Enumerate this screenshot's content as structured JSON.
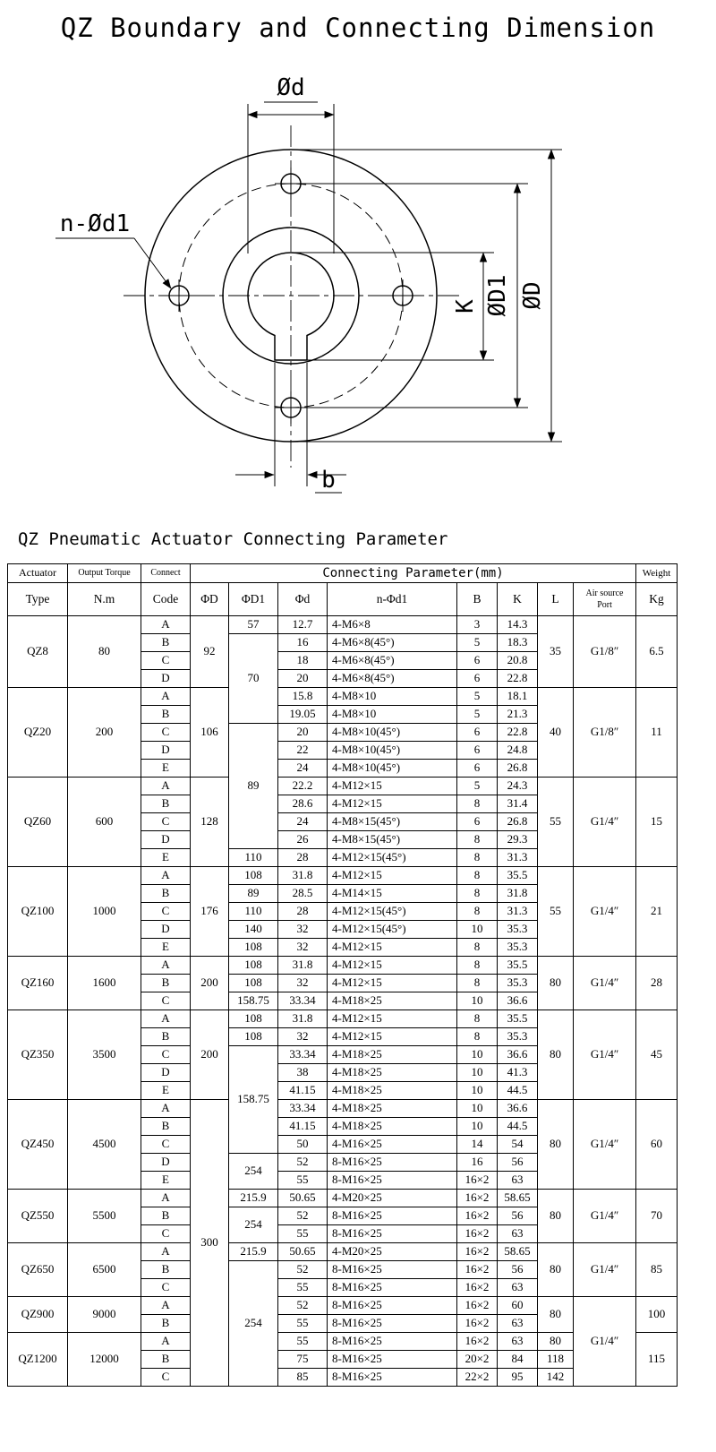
{
  "colors": {
    "ink": "#000000",
    "background": "#ffffff"
  },
  "title": "QZ Boundary and Connecting Dimension",
  "diagram": {
    "dim_top": "Ød",
    "dim_left": "n-Ød1",
    "dim_k": "K",
    "dim_d1": "ØD1",
    "dim_d": "ØD",
    "dim_bottom": "b"
  },
  "section_title": "QZ Pneumatic Actuator Connecting Parameter",
  "table": {
    "header": {
      "actuator": "Actuator",
      "type": "Type",
      "output_torque": "Output Torque",
      "torque_unit": "N.m",
      "connect": "Connect",
      "code": "Code",
      "connecting_parameter": "Connecting Parameter(mm)",
      "col_phi_d": "ΦD",
      "col_phi_d1": "ΦD1",
      "col_phi_d_lower": "Φd",
      "col_n_phi_d1": "n-Φd1",
      "col_b": "B",
      "col_k": "K",
      "col_l": "L",
      "air_source_line1": "Air source",
      "air_source_line2": "Port",
      "weight": "Weight",
      "weight_unit": "Kg"
    },
    "rows": [
      [
        {
          "t": "QZ8",
          "r": 4
        },
        {
          "t": "80",
          "r": 4
        },
        {
          "t": "A"
        },
        {
          "t": "92",
          "r": 4
        },
        {
          "t": "57"
        },
        {
          "t": "12.7"
        },
        {
          "t": "4-M6×8"
        },
        {
          "t": "3"
        },
        {
          "t": "14.3"
        },
        {
          "t": "35",
          "r": 4
        },
        {
          "t": "G1/8″",
          "r": 4
        },
        {
          "t": "6.5",
          "r": 4
        }
      ],
      [
        {
          "t": "B"
        },
        {
          "t": "70",
          "r": 5
        },
        {
          "t": "16"
        },
        {
          "t": "4-M6×8(45°)"
        },
        {
          "t": "5"
        },
        {
          "t": "18.3"
        }
      ],
      [
        {
          "t": "C"
        },
        {
          "t": "18"
        },
        {
          "t": "4-M6×8(45°)"
        },
        {
          "t": "6"
        },
        {
          "t": "20.8"
        }
      ],
      [
        {
          "t": "D"
        },
        {
          "t": "20"
        },
        {
          "t": "4-M6×8(45°)"
        },
        {
          "t": "6"
        },
        {
          "t": "22.8"
        }
      ],
      [
        {
          "t": "QZ20",
          "r": 5
        },
        {
          "t": "200",
          "r": 5
        },
        {
          "t": "A"
        },
        {
          "t": "106",
          "r": 5
        },
        {
          "t": "15.8"
        },
        {
          "t": "4-M8×10"
        },
        {
          "t": "5"
        },
        {
          "t": "18.1"
        },
        {
          "t": "40",
          "r": 5
        },
        {
          "t": "G1/8″",
          "r": 5
        },
        {
          "t": "11",
          "r": 5
        }
      ],
      [
        {
          "t": "B"
        },
        {
          "t": "19.05"
        },
        {
          "t": "4-M8×10"
        },
        {
          "t": "5"
        },
        {
          "t": "21.3"
        }
      ],
      [
        {
          "t": "C"
        },
        {
          "t": "89",
          "r": 7
        },
        {
          "t": "20"
        },
        {
          "t": "4-M8×10(45°)"
        },
        {
          "t": "6"
        },
        {
          "t": "22.8"
        }
      ],
      [
        {
          "t": "D"
        },
        {
          "t": "22"
        },
        {
          "t": "4-M8×10(45°)"
        },
        {
          "t": "6"
        },
        {
          "t": "24.8"
        }
      ],
      [
        {
          "t": "E"
        },
        {
          "t": "24"
        },
        {
          "t": "4-M8×10(45°)"
        },
        {
          "t": "6"
        },
        {
          "t": "26.8"
        }
      ],
      [
        {
          "t": "QZ60",
          "r": 5
        },
        {
          "t": "600",
          "r": 5
        },
        {
          "t": "A"
        },
        {
          "t": "128",
          "r": 5
        },
        {
          "t": "22.2"
        },
        {
          "t": "4-M12×15"
        },
        {
          "t": "5"
        },
        {
          "t": "24.3"
        },
        {
          "t": "55",
          "r": 5
        },
        {
          "t": "G1/4″",
          "r": 5
        },
        {
          "t": "15",
          "r": 5
        }
      ],
      [
        {
          "t": "B"
        },
        {
          "t": "28.6"
        },
        {
          "t": "4-M12×15"
        },
        {
          "t": "8"
        },
        {
          "t": "31.4"
        }
      ],
      [
        {
          "t": "C"
        },
        {
          "t": "24"
        },
        {
          "t": "4-M8×15(45°)"
        },
        {
          "t": "6"
        },
        {
          "t": "26.8"
        }
      ],
      [
        {
          "t": "D"
        },
        {
          "t": "26"
        },
        {
          "t": "4-M8×15(45°)"
        },
        {
          "t": "8"
        },
        {
          "t": "29.3"
        }
      ],
      [
        {
          "t": "E"
        },
        {
          "t": "110"
        },
        {
          "t": "28"
        },
        {
          "t": "4-M12×15(45°)"
        },
        {
          "t": "8"
        },
        {
          "t": "31.3"
        }
      ],
      [
        {
          "t": "QZ100",
          "r": 5
        },
        {
          "t": "1000",
          "r": 5
        },
        {
          "t": "A"
        },
        {
          "t": "176",
          "r": 5
        },
        {
          "t": "108"
        },
        {
          "t": "31.8"
        },
        {
          "t": "4-M12×15"
        },
        {
          "t": "8"
        },
        {
          "t": "35.5"
        },
        {
          "t": "55",
          "r": 5
        },
        {
          "t": "G1/4″",
          "r": 5
        },
        {
          "t": "21",
          "r": 5
        }
      ],
      [
        {
          "t": "B"
        },
        {
          "t": "89"
        },
        {
          "t": "28.5"
        },
        {
          "t": "4-M14×15"
        },
        {
          "t": "8"
        },
        {
          "t": "31.8"
        }
      ],
      [
        {
          "t": "C"
        },
        {
          "t": "110"
        },
        {
          "t": "28"
        },
        {
          "t": "4-M12×15(45°)"
        },
        {
          "t": "8"
        },
        {
          "t": "31.3"
        }
      ],
      [
        {
          "t": "D"
        },
        {
          "t": "140"
        },
        {
          "t": "32"
        },
        {
          "t": "4-M12×15(45°)"
        },
        {
          "t": "10"
        },
        {
          "t": "35.3"
        }
      ],
      [
        {
          "t": "E"
        },
        {
          "t": "108"
        },
        {
          "t": "32"
        },
        {
          "t": "4-M12×15"
        },
        {
          "t": "8"
        },
        {
          "t": "35.3"
        }
      ],
      [
        {
          "t": "QZ160",
          "r": 3
        },
        {
          "t": "1600",
          "r": 3
        },
        {
          "t": "A"
        },
        {
          "t": "200",
          "r": 3
        },
        {
          "t": "108"
        },
        {
          "t": "31.8"
        },
        {
          "t": "4-M12×15"
        },
        {
          "t": "8"
        },
        {
          "t": "35.5"
        },
        {
          "t": "80",
          "r": 3
        },
        {
          "t": "G1/4″",
          "r": 3
        },
        {
          "t": "28",
          "r": 3
        }
      ],
      [
        {
          "t": "B"
        },
        {
          "t": "108"
        },
        {
          "t": "32"
        },
        {
          "t": "4-M12×15"
        },
        {
          "t": "8"
        },
        {
          "t": "35.3"
        }
      ],
      [
        {
          "t": "C"
        },
        {
          "t": "158.75"
        },
        {
          "t": "33.34"
        },
        {
          "t": "4-M18×25"
        },
        {
          "t": "10"
        },
        {
          "t": "36.6"
        }
      ],
      [
        {
          "t": "QZ350",
          "r": 5
        },
        {
          "t": "3500",
          "r": 5
        },
        {
          "t": "A"
        },
        {
          "t": "200",
          "r": 5
        },
        {
          "t": "108"
        },
        {
          "t": "31.8"
        },
        {
          "t": "4-M12×15"
        },
        {
          "t": "8"
        },
        {
          "t": "35.5"
        },
        {
          "t": "80",
          "r": 5
        },
        {
          "t": "G1/4″",
          "r": 5
        },
        {
          "t": "45",
          "r": 5
        }
      ],
      [
        {
          "t": "B"
        },
        {
          "t": "108"
        },
        {
          "t": "32"
        },
        {
          "t": "4-M12×15"
        },
        {
          "t": "8"
        },
        {
          "t": "35.3"
        }
      ],
      [
        {
          "t": "C"
        },
        {
          "t": "158.75",
          "r": 6
        },
        {
          "t": "33.34"
        },
        {
          "t": "4-M18×25"
        },
        {
          "t": "10"
        },
        {
          "t": "36.6"
        }
      ],
      [
        {
          "t": "D"
        },
        {
          "t": "38"
        },
        {
          "t": "4-M18×25"
        },
        {
          "t": "10"
        },
        {
          "t": "41.3"
        }
      ],
      [
        {
          "t": "E"
        },
        {
          "t": "41.15"
        },
        {
          "t": "4-M18×25"
        },
        {
          "t": "10"
        },
        {
          "t": "44.5"
        }
      ],
      [
        {
          "t": "QZ450",
          "r": 5
        },
        {
          "t": "4500",
          "r": 5
        },
        {
          "t": "A"
        },
        {
          "t": "300",
          "r": 16
        },
        {
          "t": "33.34"
        },
        {
          "t": "4-M18×25"
        },
        {
          "t": "10"
        },
        {
          "t": "36.6"
        },
        {
          "t": "80",
          "r": 5
        },
        {
          "t": "G1/4″",
          "r": 5
        },
        {
          "t": "60",
          "r": 5
        }
      ],
      [
        {
          "t": "B"
        },
        {
          "t": "41.15"
        },
        {
          "t": "4-M18×25"
        },
        {
          "t": "10"
        },
        {
          "t": "44.5"
        }
      ],
      [
        {
          "t": "C"
        },
        {
          "t": "50"
        },
        {
          "t": "4-M16×25"
        },
        {
          "t": "14"
        },
        {
          "t": "54"
        }
      ],
      [
        {
          "t": "D"
        },
        {
          "t": "254",
          "r": 2
        },
        {
          "t": "52"
        },
        {
          "t": "8-M16×25"
        },
        {
          "t": "16"
        },
        {
          "t": "56"
        }
      ],
      [
        {
          "t": "E"
        },
        {
          "t": "55"
        },
        {
          "t": "8-M16×25"
        },
        {
          "t": "16×2"
        },
        {
          "t": "63"
        }
      ],
      [
        {
          "t": "QZ550",
          "r": 3
        },
        {
          "t": "5500",
          "r": 3
        },
        {
          "t": "A"
        },
        {
          "t": "215.9"
        },
        {
          "t": "50.65"
        },
        {
          "t": "4-M20×25"
        },
        {
          "t": "16×2"
        },
        {
          "t": "58.65"
        },
        {
          "t": "80",
          "r": 3
        },
        {
          "t": "G1/4″",
          "r": 3
        },
        {
          "t": "70",
          "r": 3
        }
      ],
      [
        {
          "t": "B"
        },
        {
          "t": "254",
          "r": 2
        },
        {
          "t": "52"
        },
        {
          "t": "8-M16×25"
        },
        {
          "t": "16×2"
        },
        {
          "t": "56"
        }
      ],
      [
        {
          "t": "C"
        },
        {
          "t": "55"
        },
        {
          "t": "8-M16×25"
        },
        {
          "t": "16×2"
        },
        {
          "t": "63"
        }
      ],
      [
        {
          "t": "QZ650",
          "r": 3
        },
        {
          "t": "6500",
          "r": 3
        },
        {
          "t": "A"
        },
        {
          "t": "215.9"
        },
        {
          "t": "50.65"
        },
        {
          "t": "4-M20×25"
        },
        {
          "t": "16×2"
        },
        {
          "t": "58.65"
        },
        {
          "t": "80",
          "r": 3
        },
        {
          "t": "G1/4″",
          "r": 3
        },
        {
          "t": "85",
          "r": 3
        }
      ],
      [
        {
          "t": "B"
        },
        {
          "t": "254",
          "r": 7
        },
        {
          "t": "52"
        },
        {
          "t": "8-M16×25"
        },
        {
          "t": "16×2"
        },
        {
          "t": "56"
        }
      ],
      [
        {
          "t": "C"
        },
        {
          "t": "55"
        },
        {
          "t": "8-M16×25"
        },
        {
          "t": "16×2"
        },
        {
          "t": "63"
        }
      ],
      [
        {
          "t": "QZ900",
          "r": 2
        },
        {
          "t": "9000",
          "r": 2
        },
        {
          "t": "A"
        },
        {
          "t": "52"
        },
        {
          "t": "8-M16×25"
        },
        {
          "t": "16×2"
        },
        {
          "t": "60"
        },
        {
          "t": "80",
          "r": 2
        },
        {
          "t": "G1/4″",
          "r": 5
        },
        {
          "t": "100",
          "r": 2
        }
      ],
      [
        {
          "t": "B"
        },
        {
          "t": "55"
        },
        {
          "t": "8-M16×25"
        },
        {
          "t": "16×2"
        },
        {
          "t": "63"
        }
      ],
      [
        {
          "t": "QZ1200",
          "r": 3
        },
        {
          "t": "12000",
          "r": 3
        },
        {
          "t": "A"
        },
        {
          "t": "55"
        },
        {
          "t": "8-M16×25"
        },
        {
          "t": "16×2"
        },
        {
          "t": "63"
        },
        {
          "t": "80"
        },
        {
          "t": "115",
          "r": 3
        }
      ],
      [
        {
          "t": "B"
        },
        {
          "t": "75"
        },
        {
          "t": "8-M16×25"
        },
        {
          "t": "20×2"
        },
        {
          "t": "84"
        },
        {
          "t": "118"
        }
      ],
      [
        {
          "t": "C"
        },
        {
          "t": "85"
        },
        {
          "t": "8-M16×25"
        },
        {
          "t": "22×2"
        },
        {
          "t": "95"
        },
        {
          "t": "142"
        }
      ]
    ]
  }
}
